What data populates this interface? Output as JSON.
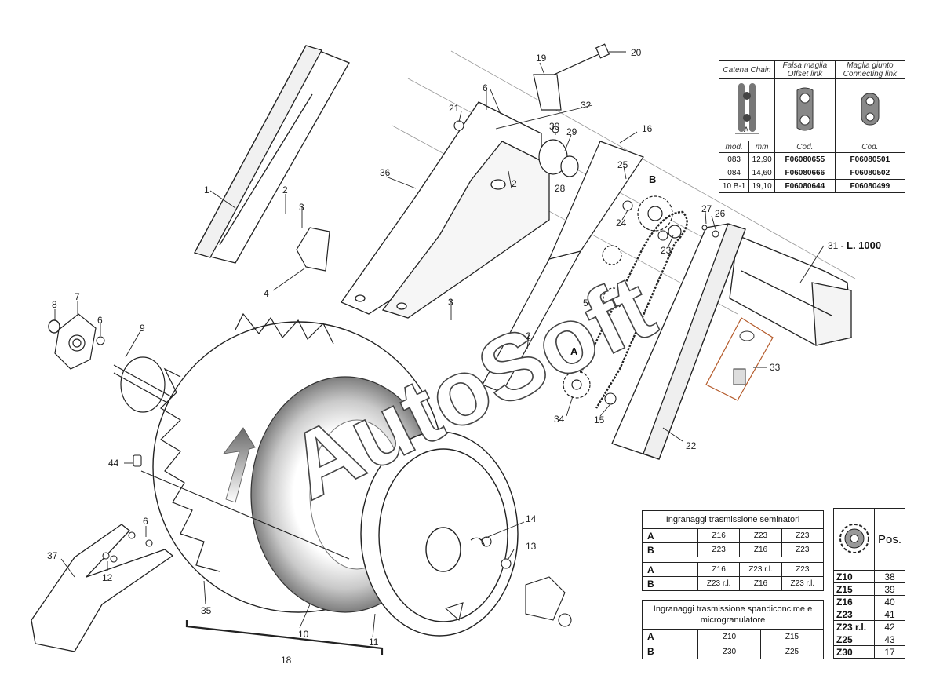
{
  "watermark": "AutoSoft",
  "part_labels": {
    "p1": "1",
    "p2a": "2",
    "p2b": "2",
    "p2c": "2",
    "p3a": "3",
    "p3b": "3",
    "p4": "4",
    "p5": "5",
    "p6a": "6",
    "p6b": "6",
    "p6c": "6",
    "p7": "7",
    "p8": "8",
    "p9": "9",
    "p10": "10",
    "p11": "11",
    "p12": "12",
    "p13": "13",
    "p14": "14",
    "p15": "15",
    "p16": "16",
    "p18": "18",
    "p19": "19",
    "p20": "20",
    "p21": "21",
    "p22": "22",
    "p23": "23",
    "p24": "24",
    "p25": "25",
    "p26": "26",
    "p27": "27",
    "p28": "28",
    "p29": "29",
    "p30": "30",
    "p32": "32",
    "p33": "33",
    "p34": "34",
    "p35": "35",
    "p36": "36",
    "p37": "37",
    "p44": "44",
    "p31_num": "31 - ",
    "p31_len": "L. 1000",
    "sprocket_a": "A",
    "sprocket_b": "B"
  },
  "chain_table": {
    "headers": {
      "chain": "Catena Chain",
      "offset": "Falsa maglia Offset link",
      "connect": "Maglia giunto Connecting link"
    },
    "chain_dim_label": "A",
    "sub": {
      "mod": "mod.",
      "mm": "mm",
      "cod1": "Cod.",
      "cod2": "Cod."
    },
    "rows": [
      {
        "mod": "083",
        "mm": "12,90",
        "offset": "F06080655",
        "connect": "F06080501"
      },
      {
        "mod": "084",
        "mm": "14,60",
        "offset": "F06080666",
        "connect": "F06080502"
      },
      {
        "mod": "10 B-1",
        "mm": "19,10",
        "offset": "F06080644",
        "connect": "F06080499"
      }
    ]
  },
  "seed_table": {
    "title": "Ingranaggi trasmissione seminatori",
    "rows": [
      {
        "key": "A",
        "c1": "Z16",
        "c2": "Z23",
        "c3": "Z23"
      },
      {
        "key": "B",
        "c1": "Z23",
        "c2": "Z16",
        "c3": "Z23"
      },
      {
        "key": "A",
        "c1": "Z16",
        "c2": "Z23 r.l.",
        "c3": "Z23"
      },
      {
        "key": "B",
        "c1": "Z23 r.l.",
        "c2": "Z16",
        "c3": "Z23 r.l."
      }
    ]
  },
  "fert_table": {
    "title": "Ingranaggi trasmissione spandiconcime e microgranulatore",
    "rows": [
      {
        "key": "A",
        "c1": "Z10",
        "c2": "Z15"
      },
      {
        "key": "B",
        "c1": "Z30",
        "c2": "Z25"
      }
    ]
  },
  "pos_table": {
    "header": "Pos.",
    "rows": [
      {
        "z": "Z10",
        "pos": "38"
      },
      {
        "z": "Z15",
        "pos": "39"
      },
      {
        "z": "Z16",
        "pos": "40"
      },
      {
        "z": "Z23",
        "pos": "41"
      },
      {
        "z": "Z23 r.l.",
        "pos": "42"
      },
      {
        "z": "Z25",
        "pos": "43"
      },
      {
        "z": "Z30",
        "pos": "17"
      }
    ]
  }
}
